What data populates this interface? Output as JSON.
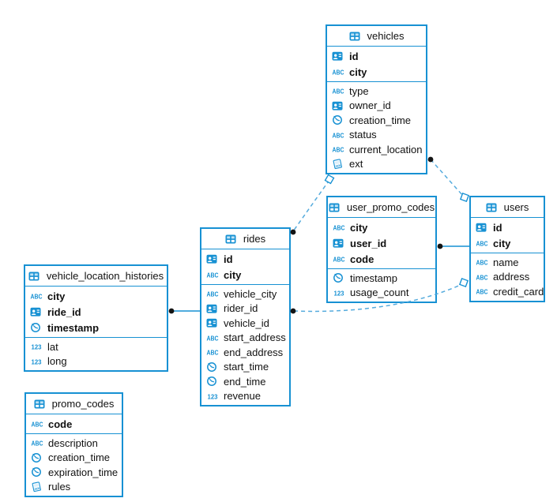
{
  "diagram": {
    "kind": "database-entity-relationship-diagram",
    "colors": {
      "accent": "#1791d3",
      "dashed_relation": "#55abdd",
      "relation_dot": "#141414",
      "text": "#111111",
      "background": "#ffffff"
    },
    "tables": [
      {
        "name": "vehicles",
        "pk": [
          {
            "label": "id",
            "type": "id"
          },
          {
            "label": "city",
            "type": "text"
          }
        ],
        "cols": [
          {
            "label": "type",
            "type": "text"
          },
          {
            "label": "owner_id",
            "type": "id"
          },
          {
            "label": "creation_time",
            "type": "timestamp"
          },
          {
            "label": "status",
            "type": "text"
          },
          {
            "label": "current_location",
            "type": "text"
          },
          {
            "label": "ext",
            "type": "json"
          }
        ]
      },
      {
        "name": "user_promo_codes",
        "pk": [
          {
            "label": "city",
            "type": "text"
          },
          {
            "label": "user_id",
            "type": "id"
          },
          {
            "label": "code",
            "type": "text"
          }
        ],
        "cols": [
          {
            "label": "timestamp",
            "type": "timestamp"
          },
          {
            "label": "usage_count",
            "type": "number"
          }
        ]
      },
      {
        "name": "users",
        "pk": [
          {
            "label": "id",
            "type": "id"
          },
          {
            "label": "city",
            "type": "text"
          }
        ],
        "cols": [
          {
            "label": "name",
            "type": "text"
          },
          {
            "label": "address",
            "type": "text"
          },
          {
            "label": "credit_card",
            "type": "text"
          }
        ]
      },
      {
        "name": "rides",
        "pk": [
          {
            "label": "id",
            "type": "id"
          },
          {
            "label": "city",
            "type": "text"
          }
        ],
        "cols": [
          {
            "label": "vehicle_city",
            "type": "text"
          },
          {
            "label": "rider_id",
            "type": "id"
          },
          {
            "label": "vehicle_id",
            "type": "id"
          },
          {
            "label": "start_address",
            "type": "text"
          },
          {
            "label": "end_address",
            "type": "text"
          },
          {
            "label": "start_time",
            "type": "timestamp"
          },
          {
            "label": "end_time",
            "type": "timestamp"
          },
          {
            "label": "revenue",
            "type": "number"
          }
        ]
      },
      {
        "name": "vehicle_location_histories",
        "pk": [
          {
            "label": "city",
            "type": "text"
          },
          {
            "label": "ride_id",
            "type": "id"
          },
          {
            "label": "timestamp",
            "type": "timestamp"
          }
        ],
        "cols": [
          {
            "label": "lat",
            "type": "number"
          },
          {
            "label": "long",
            "type": "number"
          }
        ]
      },
      {
        "name": "promo_codes",
        "pk": [
          {
            "label": "code",
            "type": "text"
          }
        ],
        "cols": [
          {
            "label": "description",
            "type": "text"
          },
          {
            "label": "creation_time",
            "type": "timestamp"
          },
          {
            "label": "expiration_time",
            "type": "timestamp"
          },
          {
            "label": "rules",
            "type": "json"
          }
        ]
      }
    ],
    "relations": [
      {
        "from": "vehicles",
        "from_marker": "dot",
        "to": "users",
        "to_marker": "diamond",
        "style": "dashed"
      },
      {
        "from": "rides",
        "from_marker": "dot",
        "to": "vehicles",
        "to_marker": "diamond",
        "style": "dashed"
      },
      {
        "from": "rides",
        "from_marker": "dot",
        "to": "users",
        "to_marker": "diamond",
        "style": "dashed"
      },
      {
        "from": "user_promo_codes",
        "from_marker": "dot",
        "to": "users",
        "to_marker": "none",
        "style": "solid"
      },
      {
        "from": "vehicle_location_histories",
        "from_marker": "dot",
        "to": "rides",
        "to_marker": "none",
        "style": "solid"
      }
    ]
  }
}
